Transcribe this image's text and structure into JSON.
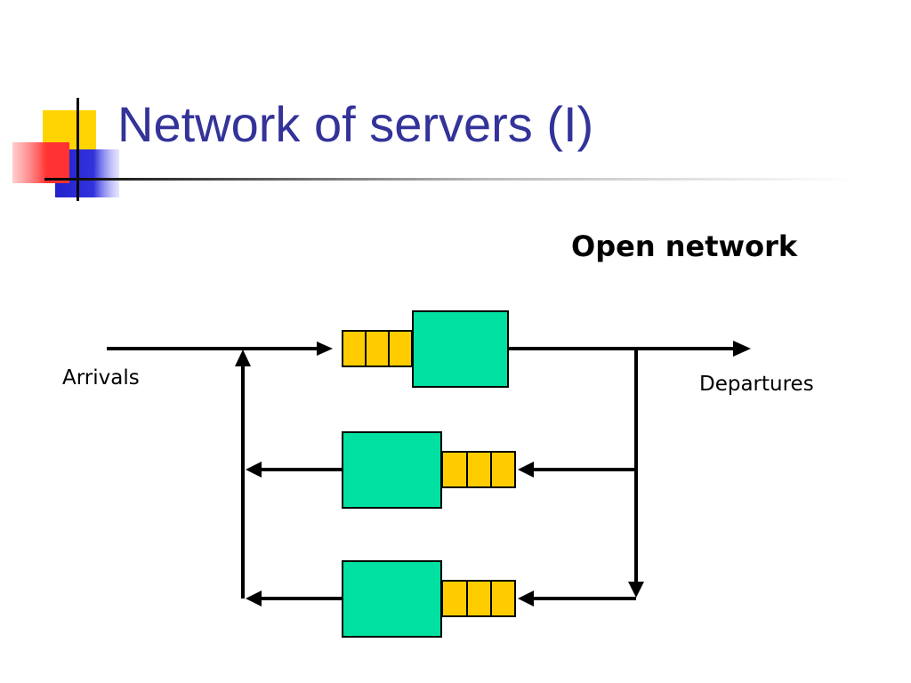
{
  "slide": {
    "title": "Network of servers (I)",
    "subtitle": "Open network"
  },
  "diagram": {
    "arrivals_label": "Arrivals",
    "departures_label": "Departures",
    "queue_slots": 3,
    "servers": [
      "server-top",
      "server-middle",
      "server-bottom"
    ]
  },
  "colors": {
    "title": "#333399",
    "server_fill": "#00E0A0",
    "queue_fill": "#FFCC00",
    "line": "#000000",
    "logo_yellow": "#FFD400",
    "logo_red": "#FF3333",
    "logo_blue": "#3333DD"
  }
}
